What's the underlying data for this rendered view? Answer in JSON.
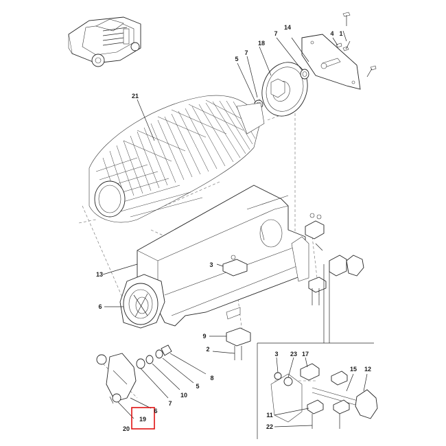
{
  "labels": {
    "l1": "1",
    "l2": "2",
    "l3a": "3",
    "l3b": "3",
    "l4": "4",
    "l5a": "5",
    "l5b": "5",
    "l6a": "6",
    "l6b": "6",
    "l7a": "7",
    "l7b": "7",
    "l7c": "7",
    "l8": "8",
    "l9": "9",
    "l10": "10",
    "l11": "11",
    "l12": "12",
    "l13": "13",
    "l14": "14",
    "l15": "15",
    "l17": "17",
    "l18": "18",
    "l19": "19",
    "l20": "20",
    "l21": "21",
    "l22": "22",
    "l23": "23"
  },
  "highlight": {
    "label": "19",
    "color": "#e01010"
  }
}
